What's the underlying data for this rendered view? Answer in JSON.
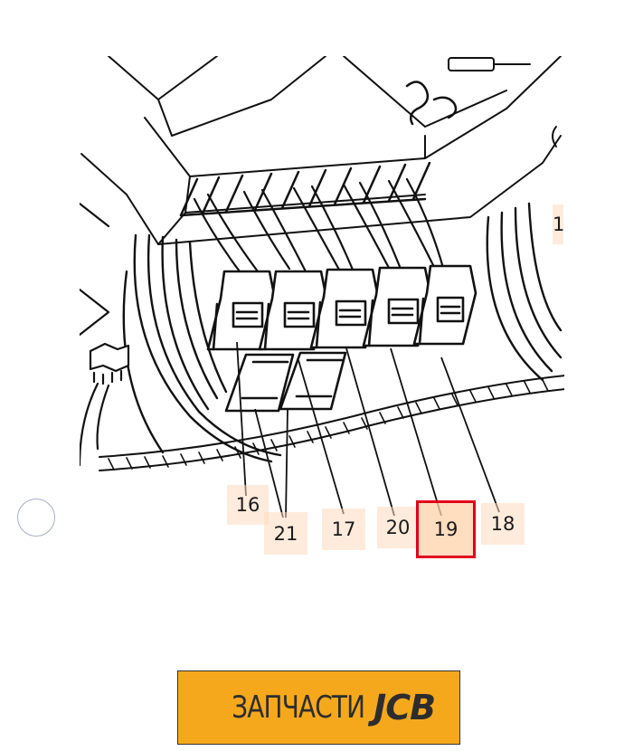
{
  "callouts": [
    {
      "id": "16",
      "label": "16",
      "selected": false
    },
    {
      "id": "21",
      "label": "21",
      "selected": false
    },
    {
      "id": "17",
      "label": "17",
      "selected": false
    },
    {
      "id": "20",
      "label": "20",
      "selected": false
    },
    {
      "id": "19",
      "label": "19",
      "selected": true
    },
    {
      "id": "18",
      "label": "18",
      "selected": false
    },
    {
      "id": "edge-1",
      "label": "1",
      "selected": false
    }
  ],
  "banner": {
    "text_ru": "ЗАПЧАСТИ",
    "brand": "JCB"
  },
  "colors": {
    "selected_border": "#e0001a",
    "callout_fill": "#ffdabe",
    "banner_bg": "#f6a81d"
  },
  "icons": {
    "radio": "radio-button-icon"
  }
}
